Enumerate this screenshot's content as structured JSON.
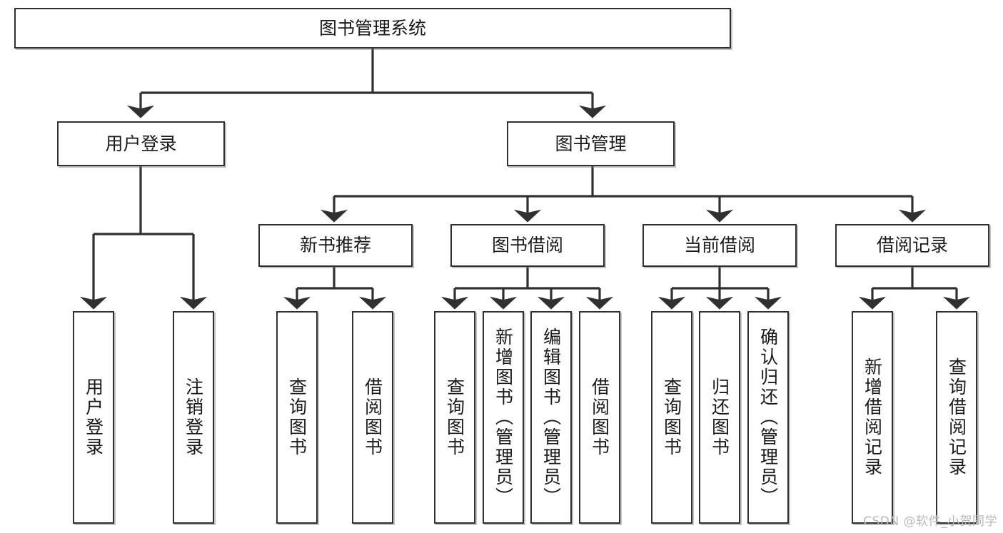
{
  "diagram": {
    "title": "图书管理系统",
    "watermark": "CSDN @软件_小贺同学",
    "line_color": "#303030",
    "box_fill": "#ffffff",
    "text_color": "#1a1a1a",
    "root": {
      "label": "图书管理系统"
    },
    "level2": [
      {
        "label": "用户登录"
      },
      {
        "label": "图书管理"
      }
    ],
    "level3": [
      {
        "label": "新书推荐"
      },
      {
        "label": "图书借阅"
      },
      {
        "label": "当前借阅"
      },
      {
        "label": "借阅记录"
      }
    ],
    "leaves": {
      "user_login": [
        {
          "label": "用户登录"
        },
        {
          "label": "注销登录"
        }
      ],
      "new_book": [
        {
          "label": "查询图书"
        },
        {
          "label": "借阅图书"
        }
      ],
      "book_borrow": [
        {
          "label": "查询图书"
        },
        {
          "label": "新增图书（管理员）"
        },
        {
          "label": "编辑图书（管理员）"
        },
        {
          "label": "借阅图书"
        }
      ],
      "current_borrow": [
        {
          "label": "查询图书"
        },
        {
          "label": "归还图书"
        },
        {
          "label": "确认归还（管理员）"
        }
      ],
      "borrow_record": [
        {
          "label": "新增借阅记录"
        },
        {
          "label": "查询借阅记录"
        }
      ]
    }
  }
}
